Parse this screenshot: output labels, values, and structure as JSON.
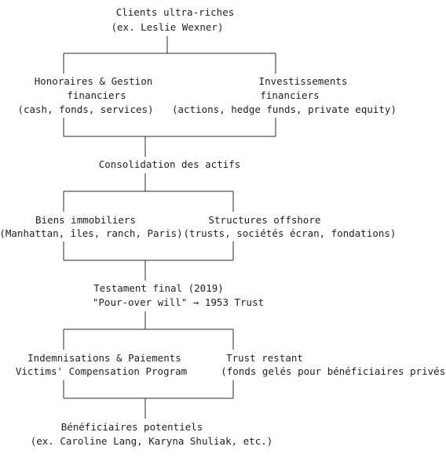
{
  "nodes": {
    "clients_title": "Clients ultra-riches",
    "clients_example": "(ex. Leslie Wexner)",
    "fees_title": "Honoraires & Gestion",
    "fees_title2": "financiers",
    "fees_detail": "(cash, fonds, services)",
    "invest_title": "Investissements",
    "invest_title2": "financiers",
    "invest_detail": "(actions, hedge funds, private equity)",
    "consolidation": "Consolidation des actifs",
    "realestate_title": "Biens immobiliers",
    "realestate_detail": "(Manhattan, îles, ranch, Paris)",
    "offshore_title": "Structures offshore",
    "offshore_detail": "(trusts, sociétés écran, fondations)",
    "will_title": "Testament final (2019)",
    "will_detail": "\"Pour-over will\" → 1953 Trust",
    "compensation_title": "Indemnisations & Paiements",
    "compensation_detail": "Victims' Compensation Program",
    "remaining_title": "Trust restant",
    "remaining_detail": "(fonds gelés pour bénéficiaires privés)",
    "beneficiaries_title": "Bénéficiaires potentiels",
    "beneficiaries_detail": "(ex. Caroline Lang, Karyna Shuliak, etc.)"
  }
}
